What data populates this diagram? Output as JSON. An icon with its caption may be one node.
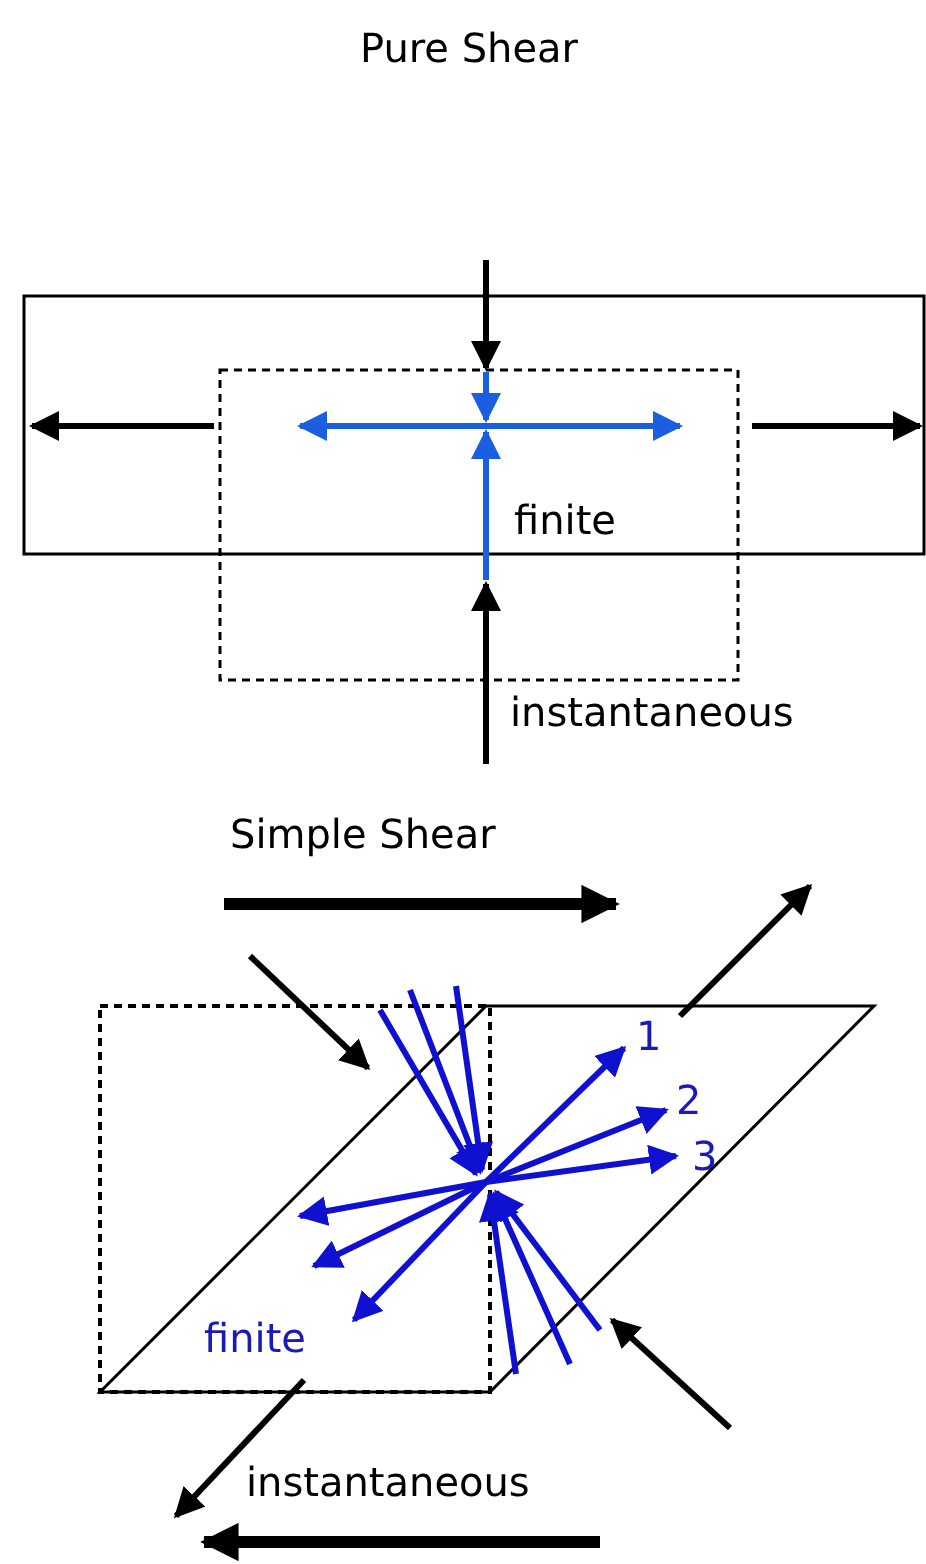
{
  "diagram": {
    "labels": [
      "Pure Shear",
      "finite",
      "instantaneous",
      "Simple Shear",
      "1",
      "2",
      "3",
      "finite",
      "instantaneous"
    ]
  }
}
